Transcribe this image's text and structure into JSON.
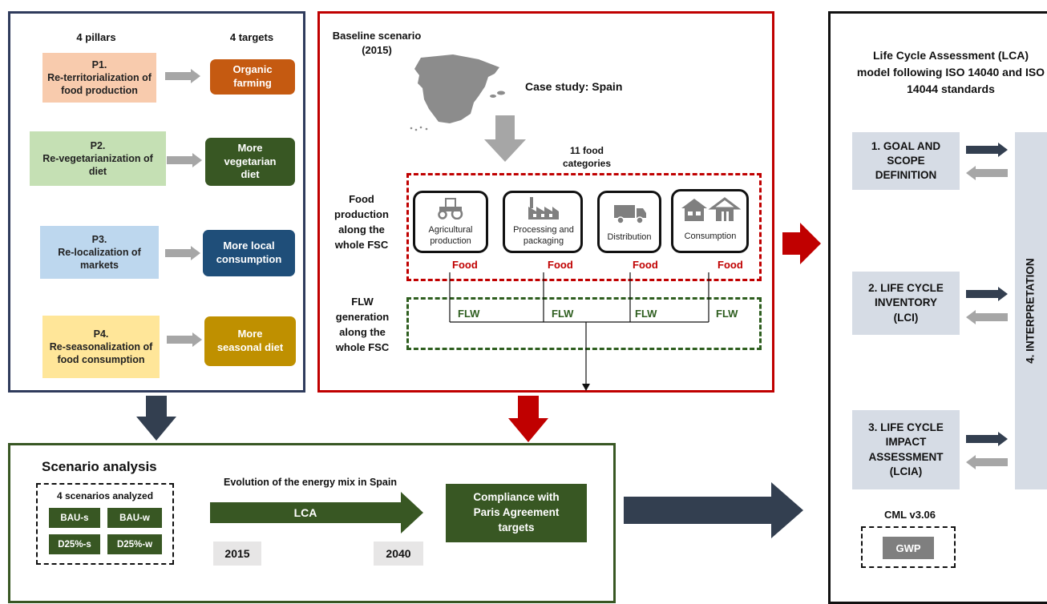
{
  "left_panel": {
    "pillars_header": "4 pillars",
    "targets_header": "4 targets",
    "pillars": [
      {
        "id": "P1.",
        "text": "Re-territorialization of food production",
        "color": "#f8cbad"
      },
      {
        "id": "P2.",
        "text": "Re-vegetarianization of diet",
        "color": "#c5e0b4"
      },
      {
        "id": "P3.",
        "text": "Re-localization of markets",
        "color": "#bdd7ee"
      },
      {
        "id": "P4.",
        "text": "Re-seasonalization of food consumption",
        "color": "#ffe699"
      }
    ],
    "targets": [
      {
        "text": "Organic farming",
        "color": "#c55a11"
      },
      {
        "text": "More vegetarian diet",
        "color": "#385723"
      },
      {
        "text": "More local consumption",
        "color": "#1f4e79"
      },
      {
        "text": "More seasonal diet",
        "color": "#bf9000"
      }
    ]
  },
  "baseline": {
    "title": "Baseline scenario",
    "year": "(2015)",
    "case_study": "Case study: Spain",
    "food_categories": "11 food categories",
    "food_production_label": "Food production along the whole FSC",
    "flw_label": "FLW generation along the whole FSC",
    "stages": [
      "Agricultural production",
      "Processing and packaging",
      "Distribution",
      "Consumption"
    ],
    "food_tag": "Food",
    "flw_tag": "FLW"
  },
  "lca_panel": {
    "title": "Life Cycle Assessment (LCA) model following ISO 14040 and ISO 14044 standards",
    "phases": [
      "1. GOAL AND SCOPE DEFINITION",
      "2. LIFE CYCLE INVENTORY (LCI)",
      "3. LIFE CYCLE IMPACT ASSESSMENT (LCIA)"
    ],
    "interpretation": "4. INTERPRETATION",
    "method": "CML v3.06",
    "indicator": "GWP"
  },
  "scenario_panel": {
    "title": "Scenario analysis",
    "scenarios_header": "4 scenarios analyzed",
    "scenarios": [
      "BAU-s",
      "BAU-w",
      "D25%-s",
      "D25%-w"
    ],
    "energy_mix_label": "Evolution of the energy mix in Spain",
    "arrow_label": "LCA",
    "year_start": "2015",
    "year_end": "2040",
    "compliance": "Compliance with Paris Agreement targets"
  },
  "colors": {
    "left_border": "#2f3b5c",
    "baseline_border": "#c00000",
    "scenario_border": "#385723",
    "lca_border": "#111111",
    "navy_arrow": "#333f50",
    "red_arrow": "#c00000",
    "gray_arrow": "#a6a6a6"
  }
}
